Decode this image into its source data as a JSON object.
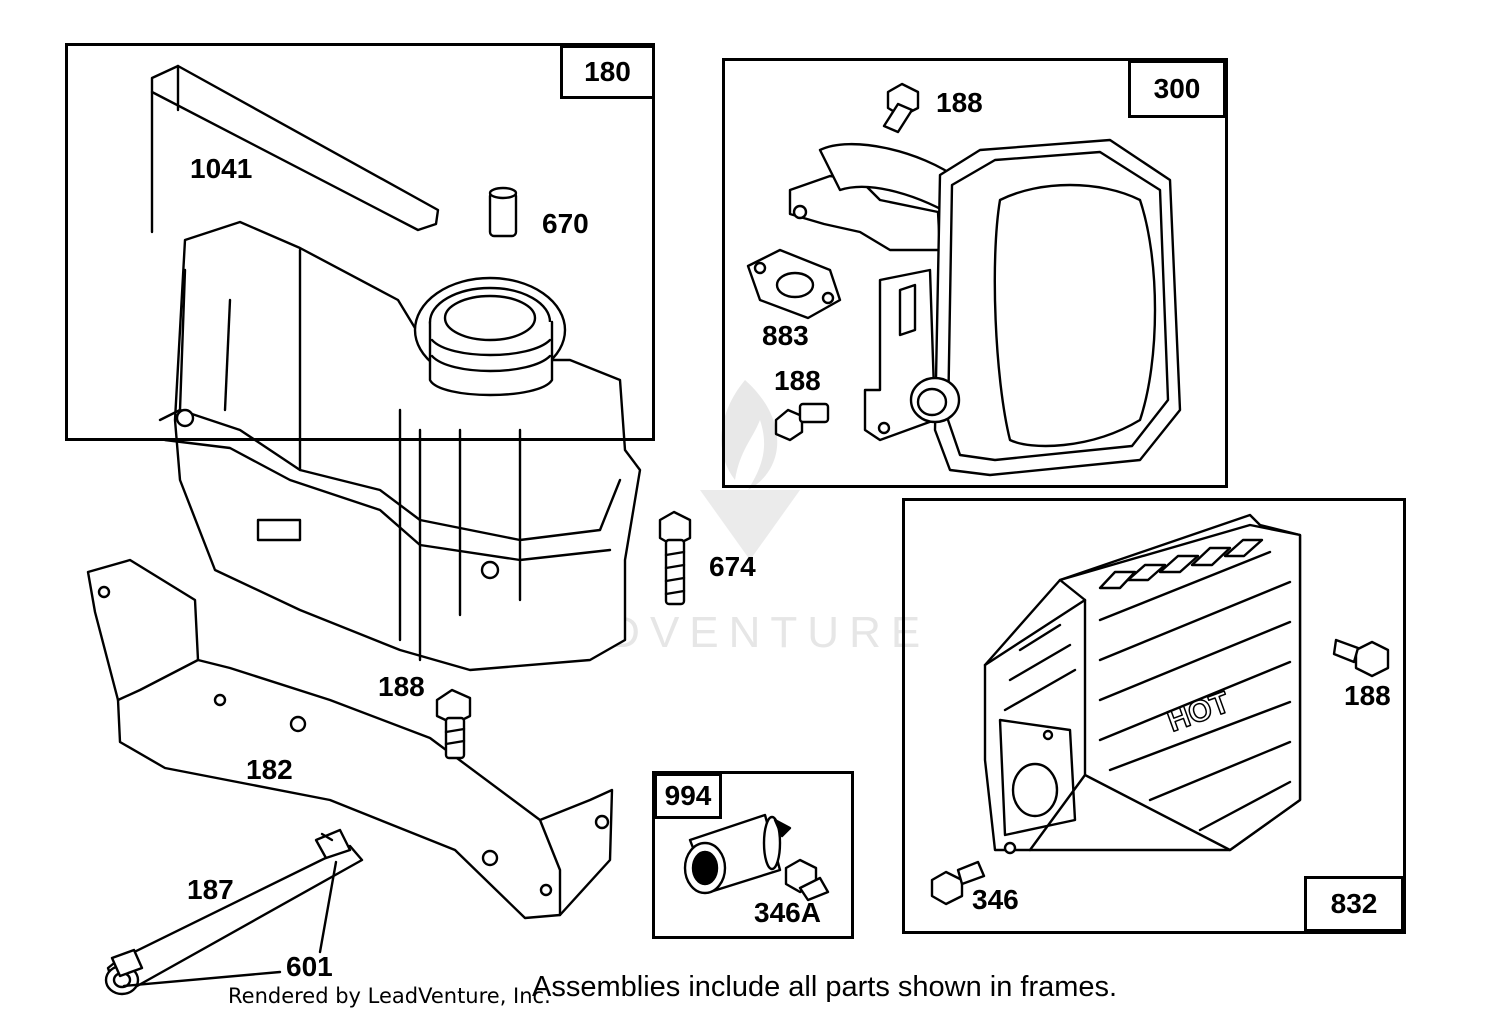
{
  "assemblies": {
    "a180": "180",
    "a300": "300",
    "a832": "832",
    "a994": "994"
  },
  "labels": {
    "p1041": "1041",
    "p670": "670",
    "p188_top": "188",
    "p883": "883",
    "p188_mid": "188",
    "p674": "674",
    "p188_right": "188",
    "p188_bottom": "188",
    "p182": "182",
    "p187": "187",
    "p601": "601",
    "p346A": "346A",
    "p346": "346"
  },
  "watermark": "LEADVENTURE",
  "credit": "Rendered by LeadVenture, Inc.",
  "note": "Assemblies include all parts shown in frames."
}
